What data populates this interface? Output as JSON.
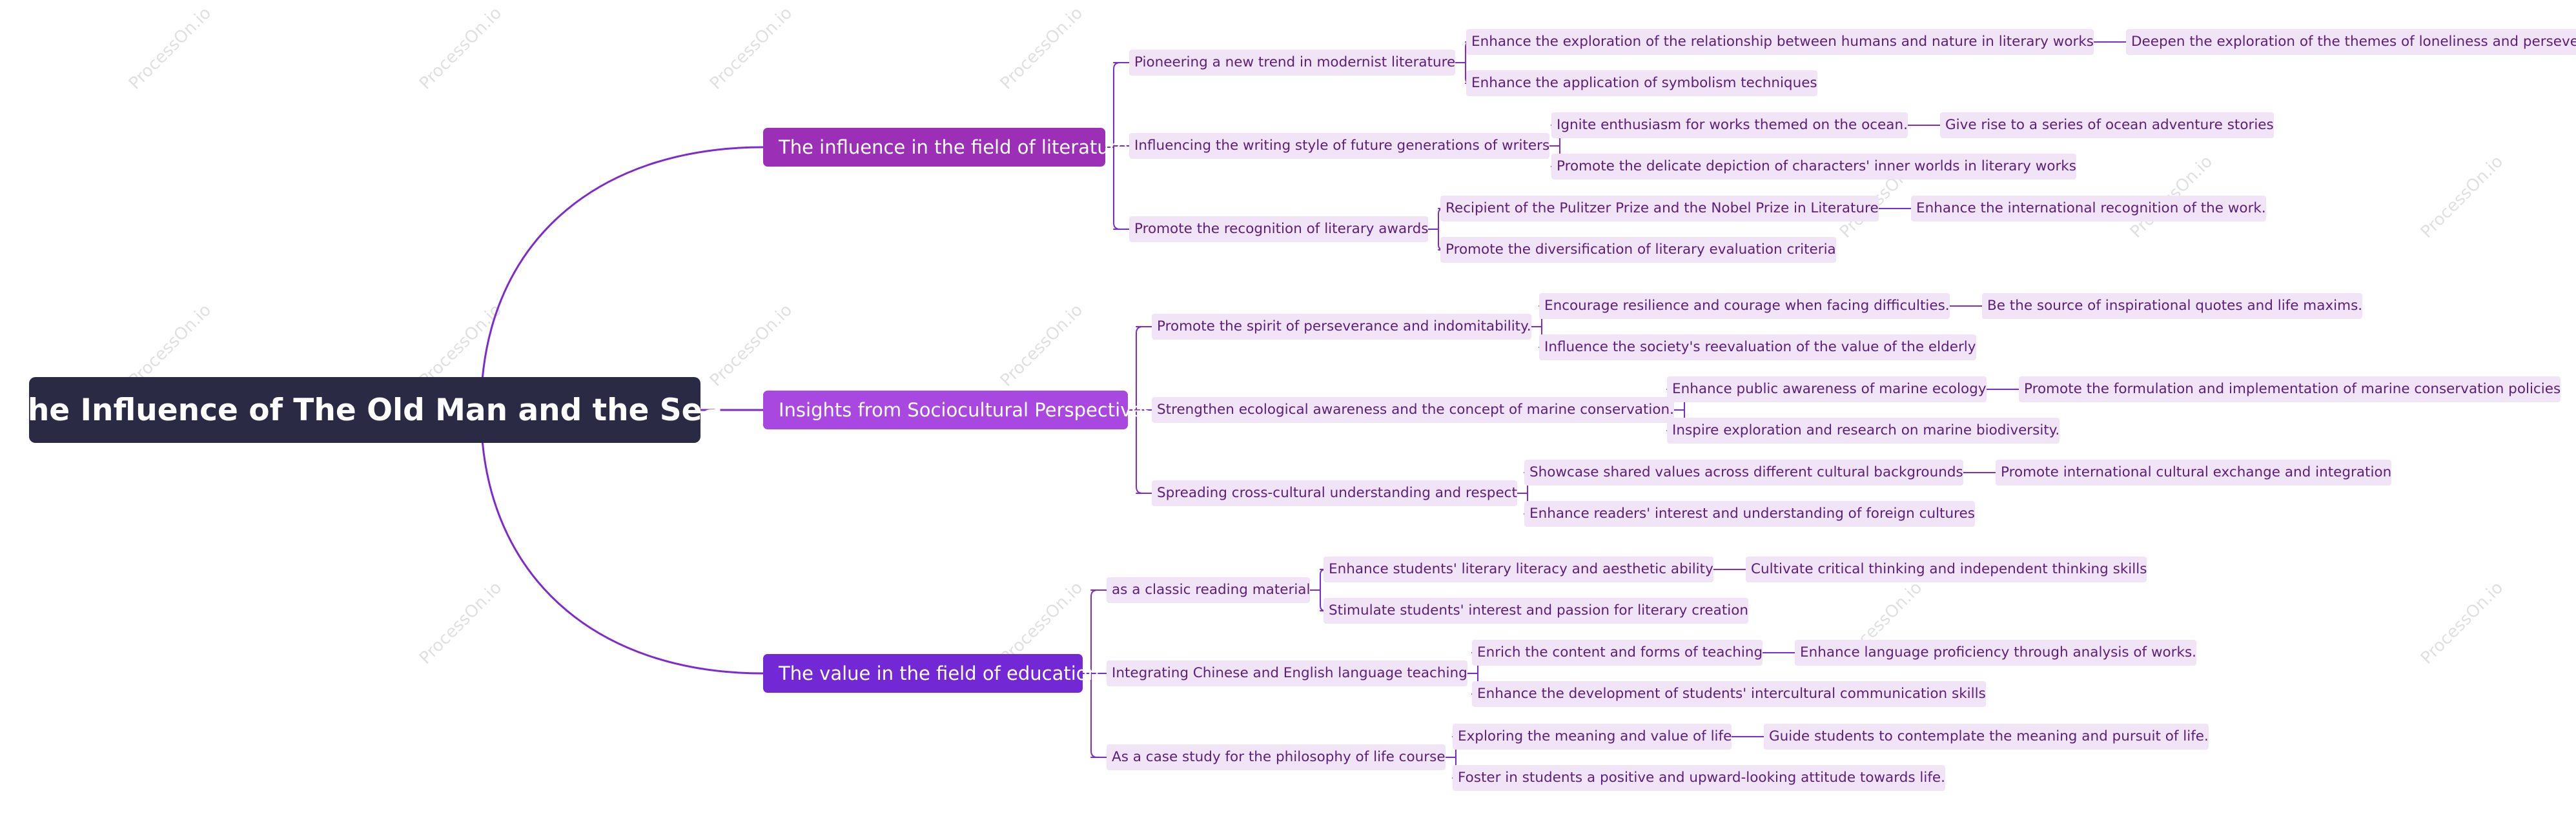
{
  "root": "The Influence of The Old Man and the Sea",
  "colors": {
    "root_bg": "#2b2a45",
    "branch_literature": "#9b2fb6",
    "branch_socio": "#a948e0",
    "branch_education": "#7328d6",
    "leaf_bg": "#f1e4f7",
    "leaf_text": "#5a1f7a"
  },
  "watermark": [
    "ProcessOn.io",
    "ProcessOn.io",
    "ProcessOn.io"
  ],
  "branches": [
    {
      "label": "The influence in the field of literature",
      "children": [
        {
          "label": "Pioneering a new trend in modernist literature",
          "children": [
            {
              "label": "Enhance the exploration of the relationship between humans and nature in literary works",
              "children": [
                {
                  "label": "Deepen the exploration of the themes of loneliness and perseverance"
                }
              ]
            },
            {
              "label": "Enhance the application of symbolism techniques"
            }
          ]
        },
        {
          "label": "Influencing the writing style of future generations of writers",
          "children": [
            {
              "label": "Ignite enthusiasm for works themed on the ocean.",
              "children": [
                {
                  "label": "Give rise to a series of ocean adventure stories"
                }
              ]
            },
            {
              "label": "Promote the delicate depiction of characters' inner worlds in literary works"
            }
          ]
        },
        {
          "label": "Promote the recognition of literary awards",
          "children": [
            {
              "label": "Recipient of the Pulitzer Prize and the Nobel Prize in Literature",
              "children": [
                {
                  "label": "Enhance the international recognition of the work."
                }
              ]
            },
            {
              "label": "Promote the diversification of literary evaluation criteria"
            }
          ]
        }
      ]
    },
    {
      "label": "Insights from Sociocultural Perspectives",
      "children": [
        {
          "label": "Promote the spirit of perseverance and indomitability.",
          "children": [
            {
              "label": "Encourage resilience and courage when facing difficulties.",
              "children": [
                {
                  "label": "Be the source of inspirational quotes and life maxims."
                }
              ]
            },
            {
              "label": "Influence the society's reevaluation of the value of the elderly"
            }
          ]
        },
        {
          "label": "Strengthen ecological awareness and the concept of marine conservation.",
          "children": [
            {
              "label": "Enhance public awareness of marine ecology",
              "children": [
                {
                  "label": "Promote the formulation and implementation of marine conservation policies"
                }
              ]
            },
            {
              "label": "Inspire exploration and research on marine biodiversity."
            }
          ]
        },
        {
          "label": "Spreading cross-cultural understanding and respect",
          "children": [
            {
              "label": "Showcase shared values across different cultural backgrounds",
              "children": [
                {
                  "label": "Promote international cultural exchange and integration"
                }
              ]
            },
            {
              "label": "Enhance readers' interest and understanding of foreign cultures"
            }
          ]
        }
      ]
    },
    {
      "label": "The value in the field of education",
      "children": [
        {
          "label": "as a classic reading material",
          "children": [
            {
              "label": "Enhance students' literary literacy and aesthetic ability",
              "children": [
                {
                  "label": "Cultivate critical thinking and independent thinking skills"
                }
              ]
            },
            {
              "label": "Stimulate students' interest and passion for literary creation"
            }
          ]
        },
        {
          "label": "Integrating Chinese and English language teaching",
          "children": [
            {
              "label": "Enrich the content and forms of teaching",
              "children": [
                {
                  "label": "Enhance language proficiency through analysis of works."
                }
              ]
            },
            {
              "label": "Enhance the development of students' intercultural communication skills"
            }
          ]
        },
        {
          "label": "As a case study for the philosophy of life course",
          "children": [
            {
              "label": "Exploring the meaning and value of life",
              "children": [
                {
                  "label": "Guide students to contemplate the meaning and pursuit of life."
                }
              ]
            },
            {
              "label": "Foster in students a positive and upward-looking attitude towards life."
            }
          ]
        }
      ]
    }
  ]
}
